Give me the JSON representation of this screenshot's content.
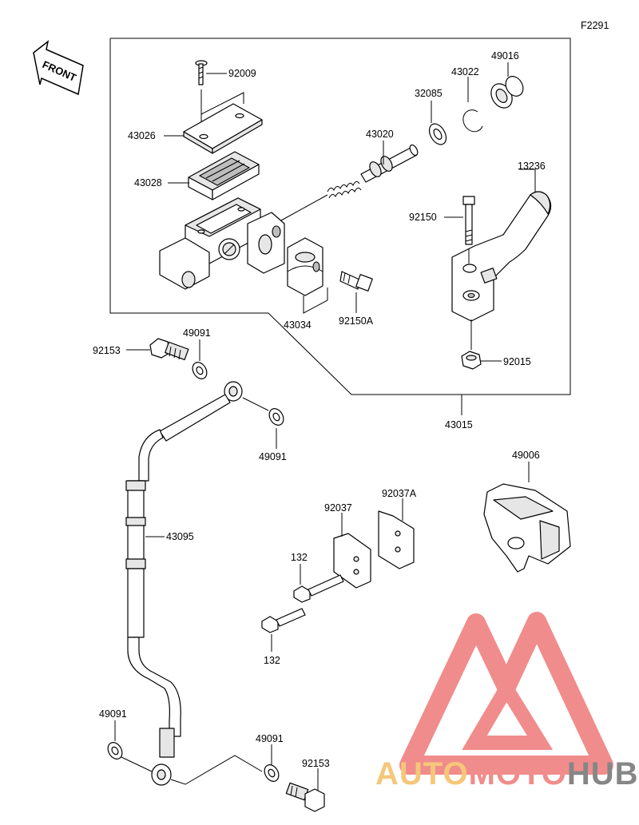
{
  "diagram_code": "F2291",
  "front_label": "FRONT",
  "callouts": {
    "p92009": "92009",
    "p43026": "43026",
    "p43028": "43028",
    "p43020": "43020",
    "p32085": "32085",
    "p43022": "43022",
    "p49016": "49016",
    "p13236": "13236",
    "p92150": "92150",
    "p43034": "43034",
    "p92150A": "92150A",
    "p92015": "92015",
    "p43015": "43015",
    "p92153_top": "92153",
    "p49091_a": "49091",
    "p49091_b": "49091",
    "p43095": "43095",
    "p49006": "49006",
    "p92037": "92037",
    "p92037A": "92037A",
    "p132_a": "132",
    "p132_b": "132",
    "p49091_c": "49091",
    "p49091_d": "49091",
    "p92153_bot": "92153"
  },
  "watermark": {
    "part1": "AUTO",
    "part2": "MOTO",
    "part3": "HUB",
    "color_red": "#f08080",
    "color_orange": "#f5c16c",
    "color_gray": "#7a7a7a"
  }
}
